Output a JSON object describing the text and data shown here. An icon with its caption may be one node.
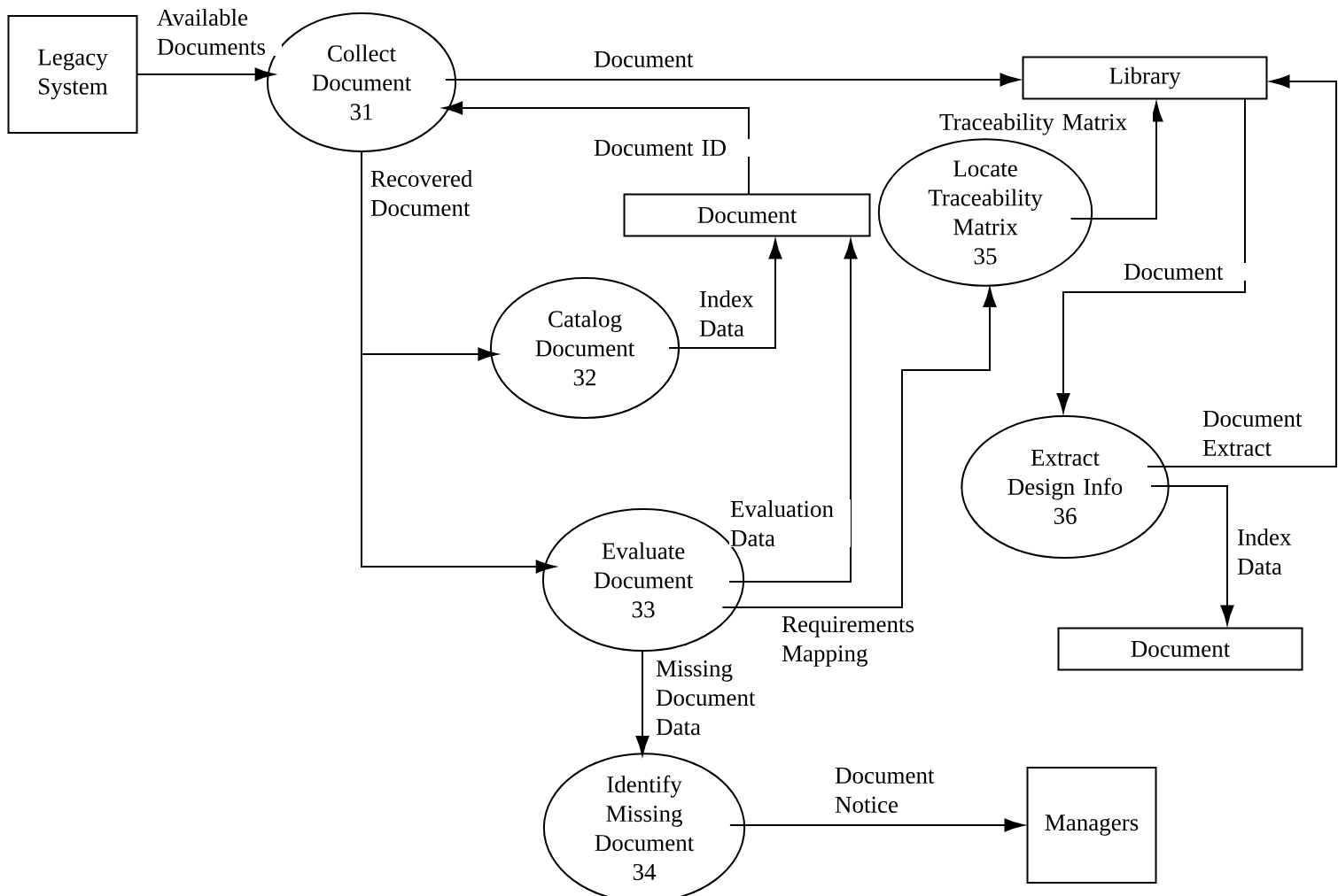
{
  "diagram": {
    "nodes": [
      {
        "text": [
          "Legacy System"
        ]
      },
      {
        "text": [
          "Collect Document",
          "31"
        ]
      },
      {
        "text": [
          "Library"
        ]
      },
      {
        "text": [
          "Document"
        ]
      },
      {
        "text": [
          "Locate Traceability Matrix",
          "35"
        ]
      },
      {
        "text": [
          "Catalog Document",
          "32"
        ]
      },
      {
        "text": [
          "Extract Design Info",
          "36"
        ]
      },
      {
        "text": [
          "Evaluate Document",
          "33"
        ]
      },
      {
        "text": [
          "Document"
        ]
      },
      {
        "text": [
          "Identify Missing Document",
          "34"
        ]
      },
      {
        "text": [
          "Managers"
        ]
      }
    ],
    "edges": [
      {
        "from": 0,
        "to": 1,
        "arrow": "to",
        "label": "Available Documents"
      },
      {
        "from": 1,
        "to": 2,
        "arrow": "to",
        "label": "Document"
      },
      {
        "from": 3,
        "to": 1,
        "arrow": "to",
        "label": "Document ID"
      },
      {
        "from": 1,
        "to": 5,
        "arrow": "to",
        "label": "Recovered Document"
      },
      {
        "from": 1,
        "to": 7,
        "arrow": "to"
      },
      {
        "from": 5,
        "to": 3,
        "arrow": "to",
        "label": "Index Data"
      },
      {
        "from": 7,
        "to": 3,
        "arrow": "to",
        "label": "Evaluation Data"
      },
      {
        "from": 7,
        "to": 4,
        "arrow": "to",
        "label": "Requirements Mapping"
      },
      {
        "from": 4,
        "to": 2,
        "arrow": "to",
        "label": "Traceability Matrix"
      },
      {
        "from": 2,
        "to": 6,
        "arrow": "to",
        "label": "Document"
      },
      {
        "from": 6,
        "to": 2,
        "arrow": "to",
        "label": "Document Extract"
      },
      {
        "from": 6,
        "to": 8,
        "arrow": "to",
        "label": "Index Data"
      },
      {
        "from": 7,
        "to": 9,
        "arrow": "to",
        "label": "Missing Document Data"
      },
      {
        "from": 9,
        "to": 10,
        "arrow": "to",
        "label": "Document Notice"
      }
    ]
  }
}
